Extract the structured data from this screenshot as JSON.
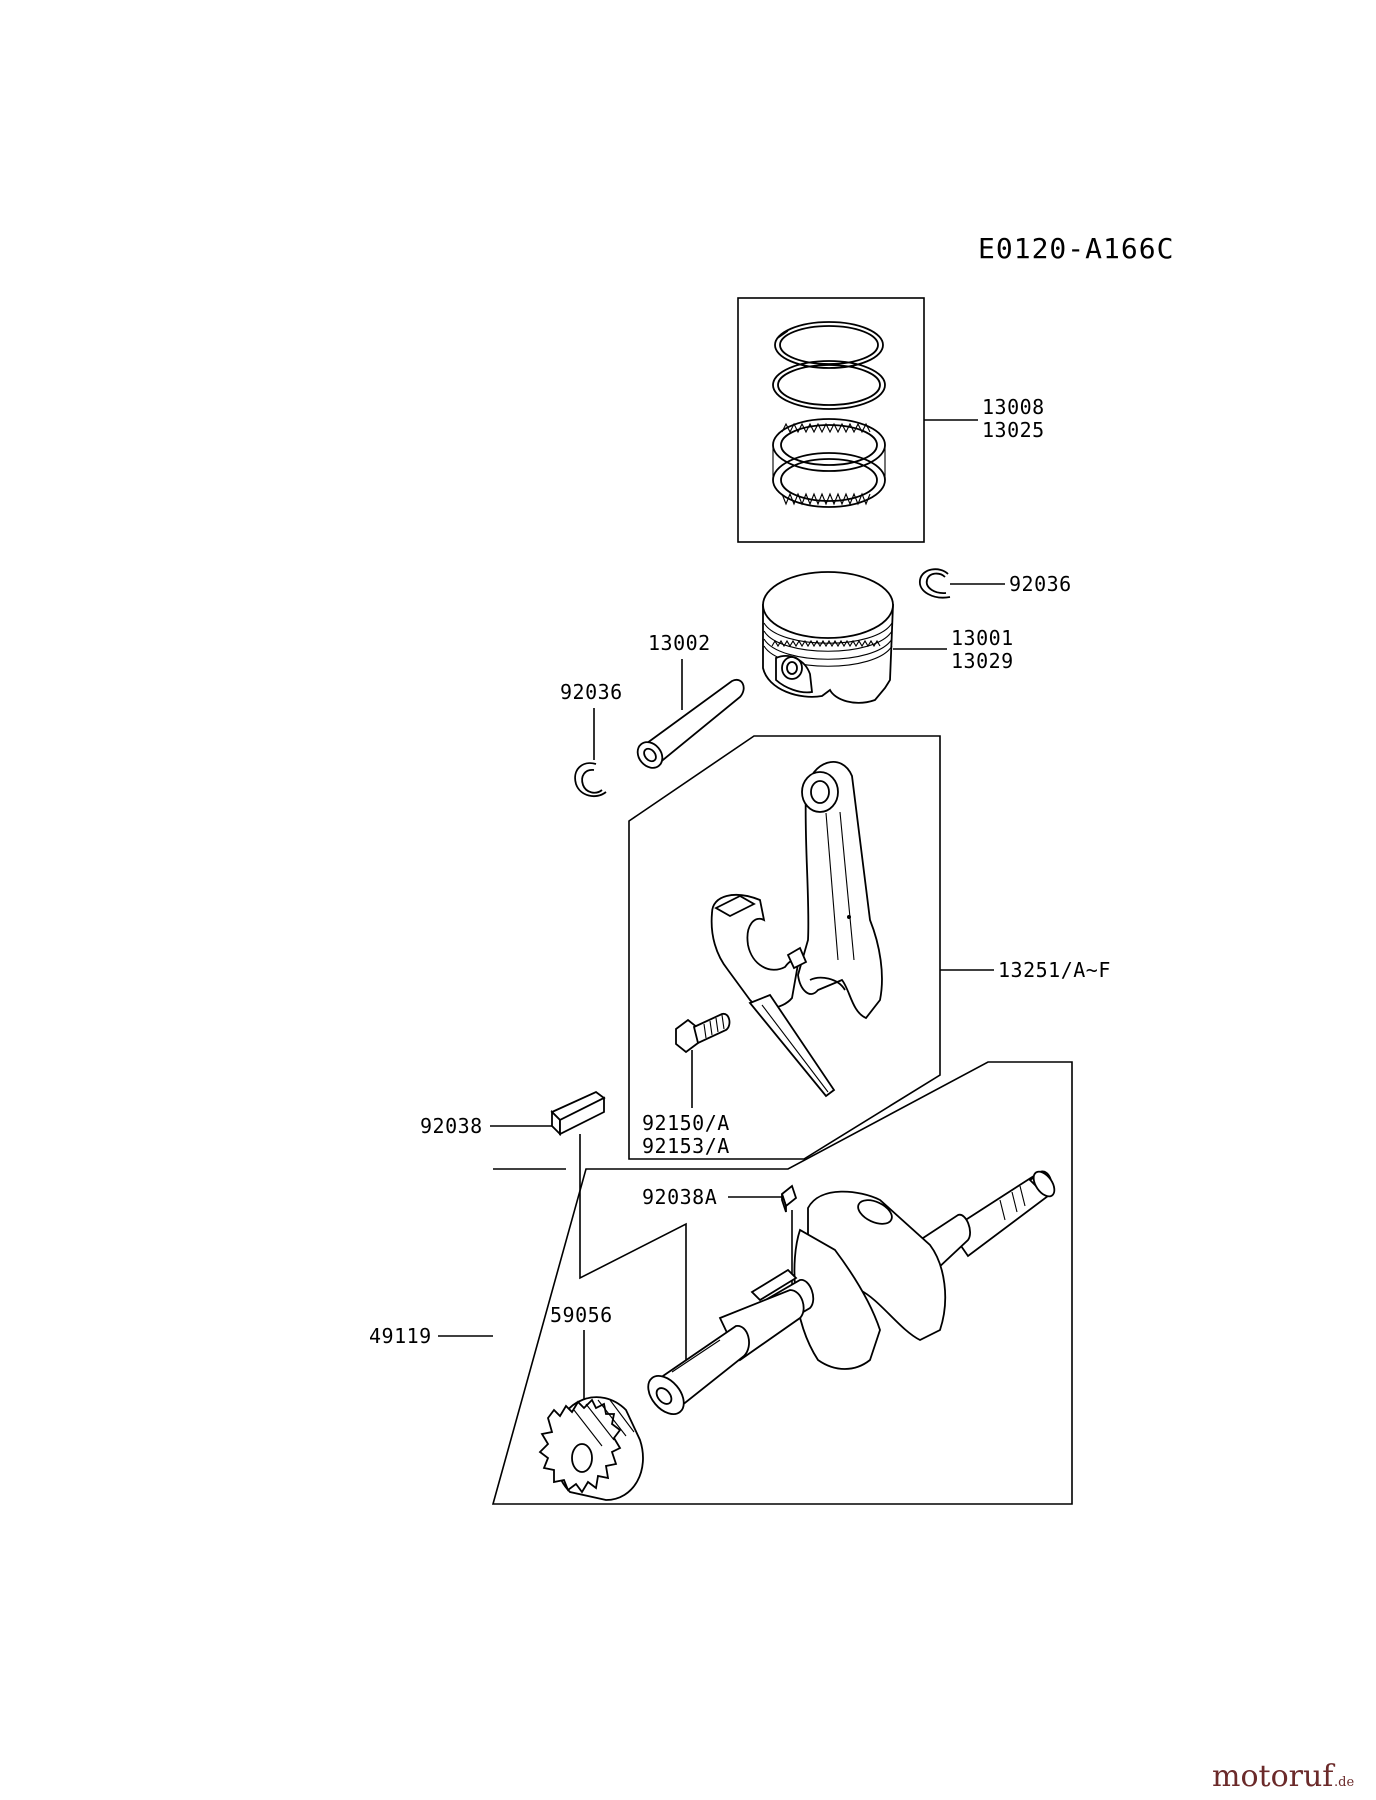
{
  "diagram_code": "E0120-A166C",
  "parts": {
    "piston_rings": [
      "13008",
      "13025"
    ],
    "circlip_top": "92036",
    "piston_pin": "13002",
    "piston": [
      "13001",
      "13029"
    ],
    "circlip_left": "92036",
    "connecting_rod": "13251/A~F",
    "rod_bolt": [
      "92150/A",
      "92153/A"
    ],
    "key": "92038",
    "key_a": "92038A",
    "crankshaft": "49119",
    "gear": "59056"
  },
  "watermark": "motoruf.de"
}
